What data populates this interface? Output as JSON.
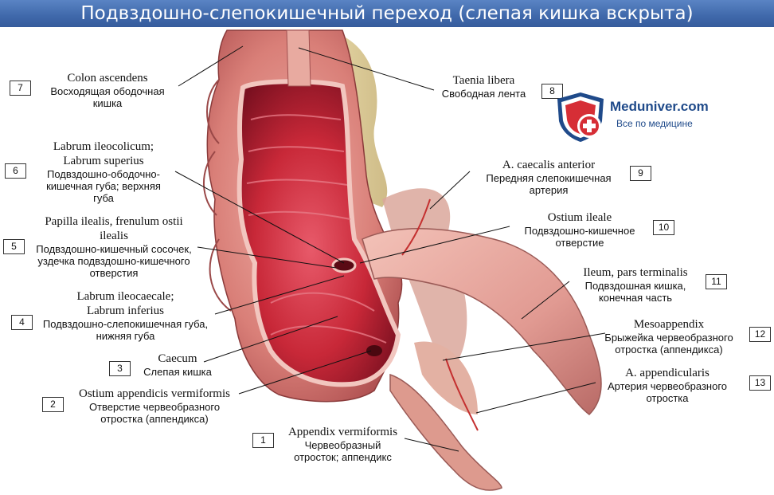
{
  "title": "Подвздошно-слепокишечный переход (слепая кишка вскрыта)",
  "logo": {
    "name": "Meduniver.com",
    "tagline": "Все по медицине",
    "colors": {
      "blue": "#1f4a8a",
      "red": "#d62e36"
    }
  },
  "labels": [
    {
      "n": "1",
      "latin": "Appendix vermiformis",
      "russian": "Червеобразный отросток; аппендикс"
    },
    {
      "n": "2",
      "latin": "Ostium appendicis vermiformis",
      "russian": "Отверстие червеобразного отростка (аппендикса)"
    },
    {
      "n": "3",
      "latin": "Caecum",
      "russian": "Слепая кишка"
    },
    {
      "n": "4",
      "latin": "Labrum ileocaecale; Labrum inferius",
      "russian": "Подвздошно-слепокишечная губа, нижняя губа"
    },
    {
      "n": "5",
      "latin": "Papilla ilealis, frenulum ostii ilealis",
      "russian": "Подвздошно-кишечный сосочек, уздечка подвздошно-кишечного отверстия"
    },
    {
      "n": "6",
      "latin": "Labrum ileocolicum; Labrum superius",
      "russian": "Подвздошно-ободочно-кишечная губа; верхняя губа"
    },
    {
      "n": "7",
      "latin": "Colon ascendens",
      "russian": "Восходящая ободочная кишка"
    },
    {
      "n": "8",
      "latin": "Taenia libera",
      "russian": "Свободная лента"
    },
    {
      "n": "9",
      "latin": "A. caecalis anterior",
      "russian": "Передняя слепокишечная артерия"
    },
    {
      "n": "10",
      "latin": "Ostium ileale",
      "russian": "Подвздошно-кишечное отверстие"
    },
    {
      "n": "11",
      "latin": "Ileum, pars terminalis",
      "russian": "Подвздошная кишка, конечная часть"
    },
    {
      "n": "12",
      "latin": "Mesoappendix",
      "russian": "Брыжейка червеобразного отростка (аппендикса)"
    },
    {
      "n": "13",
      "latin": "A. appendicularis",
      "russian": "Артерия червеобразного отростка"
    }
  ]
}
